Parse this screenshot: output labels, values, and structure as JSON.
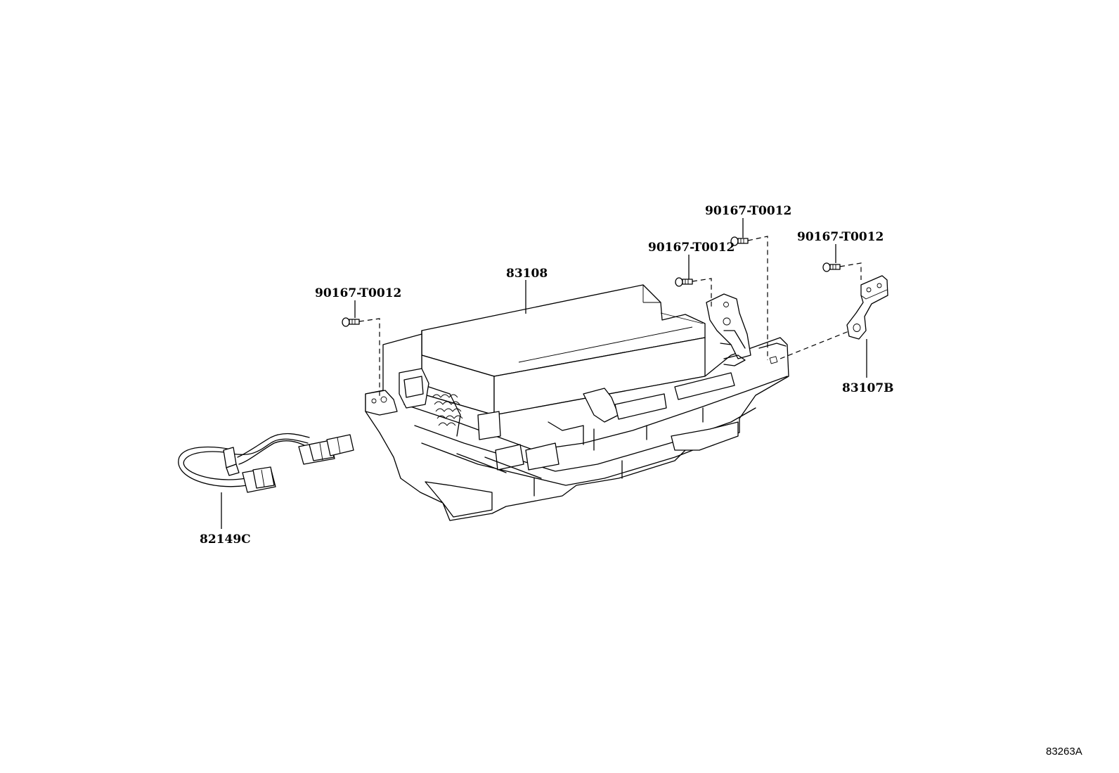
{
  "parts": {
    "main_unit": "83108",
    "bracket": "83107B",
    "wire_harness": "82149C",
    "screw_left": "90167-T0012",
    "screw_mid": "90167-T0012",
    "screw_top": "90167-T0012",
    "screw_right": "90167-T0012"
  },
  "diagram_code": "83263A"
}
